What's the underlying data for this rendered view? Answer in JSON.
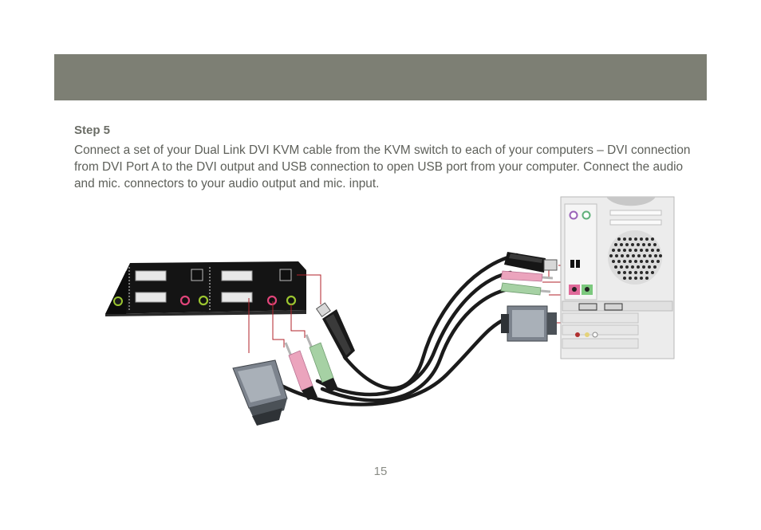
{
  "step": {
    "title": "Step 5",
    "body": "Connect a set of your Dual Link DVI KVM cable from the KVM switch to each of your computers – DVI connection from DVI Port A to the DVI output and USB connection to open USB port from your computer. Connect the audio and mic. connectors to your audio output and mic. input."
  },
  "page_number": "15",
  "colors": {
    "header_bar": "#7d7f74",
    "text": "#5e605a",
    "cable": "#1b1b1b",
    "callout_line": "#b0222a",
    "audio_plug_green": "#a6d1a4",
    "mic_plug_pink": "#eba4bd"
  }
}
